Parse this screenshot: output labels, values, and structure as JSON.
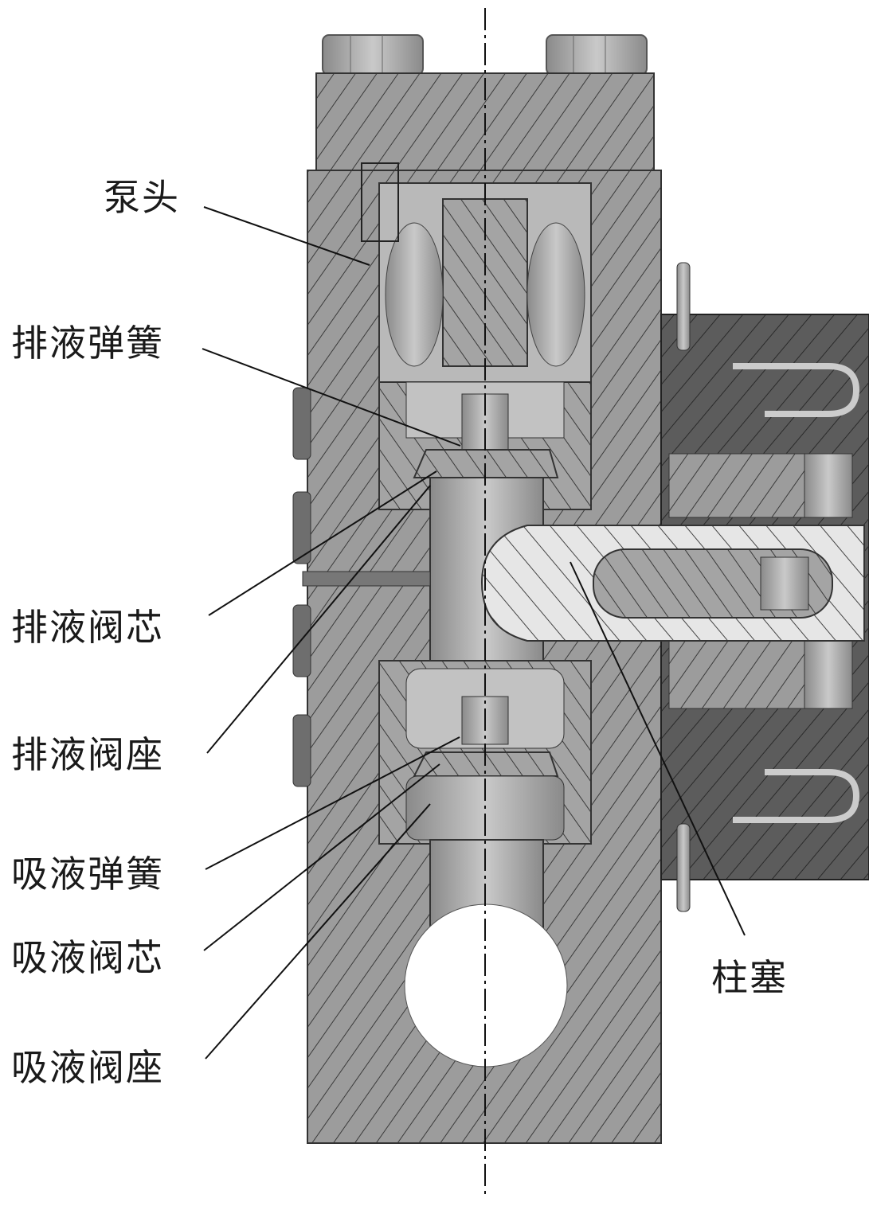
{
  "figure": {
    "type": "cross-section drawing",
    "subject": "plunger pump hydraulic end (泵头)",
    "colors": {
      "background": "#ffffff",
      "body_fill": "#9a9a9a",
      "cavity_fill": "#b8b8b8",
      "dark_fill": "#5a5a5a",
      "plunger_fill": "#e4e4e4",
      "hatch": "#3a3a3a",
      "leader": "#111111",
      "label_text": "#1a1a1a"
    }
  },
  "labels": [
    {
      "id": "pump-head",
      "text": "泵头"
    },
    {
      "id": "discharge-spring",
      "text": "排液弹簧"
    },
    {
      "id": "discharge-valve-core",
      "text": "排液阀芯"
    },
    {
      "id": "discharge-valve-seat",
      "text": "排液阀座"
    },
    {
      "id": "suction-spring",
      "text": "吸液弹簧"
    },
    {
      "id": "suction-valve-core",
      "text": "吸液阀芯"
    },
    {
      "id": "suction-valve-seat",
      "text": "吸液阀座"
    },
    {
      "id": "plunger",
      "text": "柱塞"
    }
  ]
}
